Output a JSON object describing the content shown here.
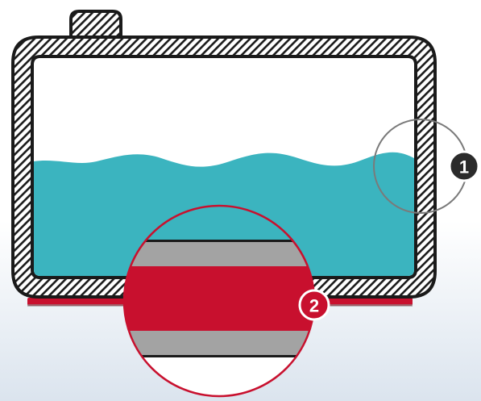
{
  "diagram": {
    "callouts": [
      {
        "id": "1",
        "label": "1",
        "style": "outline"
      },
      {
        "id": "2",
        "label": "2",
        "style": "filled"
      }
    ],
    "colors": {
      "background_top": "#ffffff",
      "background_bottom": "#dde6ef",
      "wall_hatch": "#1a1a1a",
      "liquid": "#3bb4bf",
      "heater_strip": "#c8102e",
      "magnifier_outline": "#7a7a7a",
      "layer_gray": "#a3a3a3",
      "layer_red": "#c8102e",
      "badge_dark": "#2b2b2b",
      "badge_red": "#c8102e"
    }
  }
}
